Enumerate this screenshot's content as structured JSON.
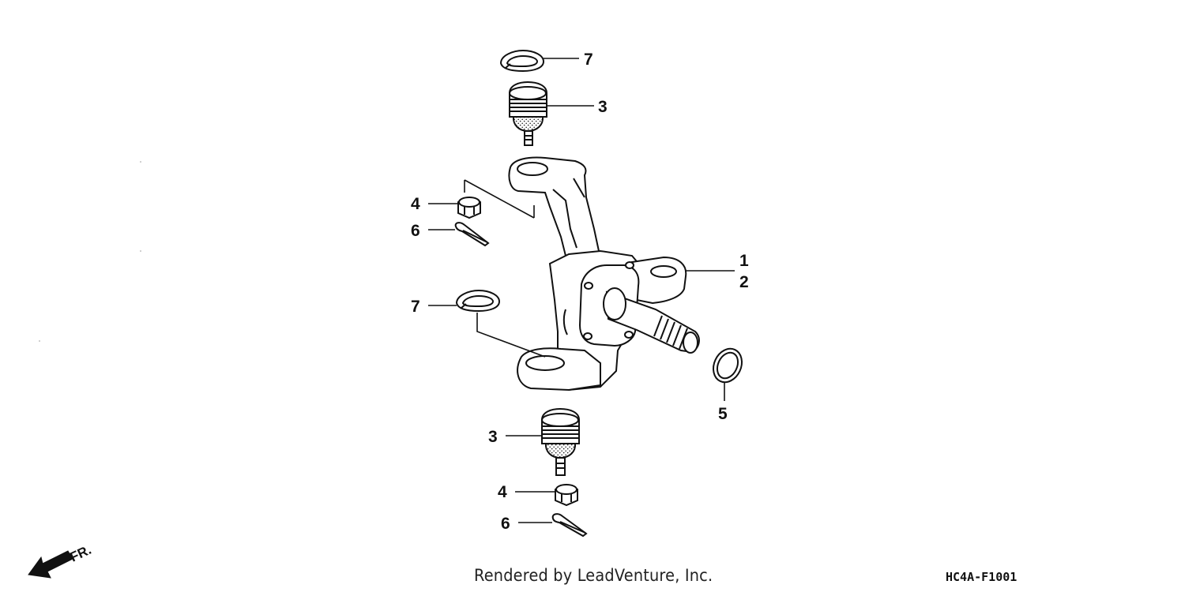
{
  "diagram": {
    "callouts": {
      "top_ring": "7",
      "top_ball_joint": "3",
      "top_nut": "4",
      "top_pin": "6",
      "knuckle_1": "1",
      "knuckle_2": "2",
      "mid_ring": "7",
      "seal": "5",
      "bottom_ball_joint": "3",
      "bottom_nut": "4",
      "bottom_pin": "6"
    },
    "direction_label": "FR.",
    "credit": "Rendered by LeadVenture, Inc.",
    "diagram_code": "HC4A-F1001"
  }
}
